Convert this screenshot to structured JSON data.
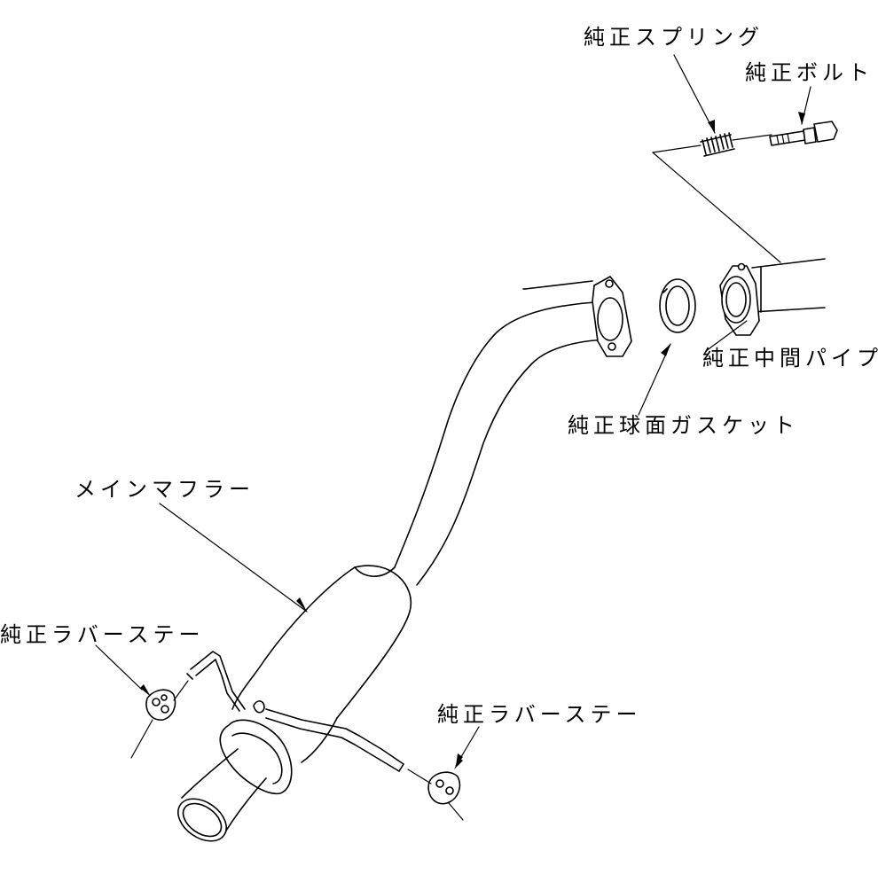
{
  "labels": {
    "oem_spring": "純正スプリング",
    "oem_bolt": "純正ボルト",
    "oem_center_pipe": "純正中間パイプ",
    "oem_spherical_gasket": "純正球面ガスケット",
    "main_muffler": "メインマフラー",
    "oem_rubber_stay_left": "純正ラバーステー",
    "oem_rubber_stay_right": "純正ラバーステー"
  }
}
